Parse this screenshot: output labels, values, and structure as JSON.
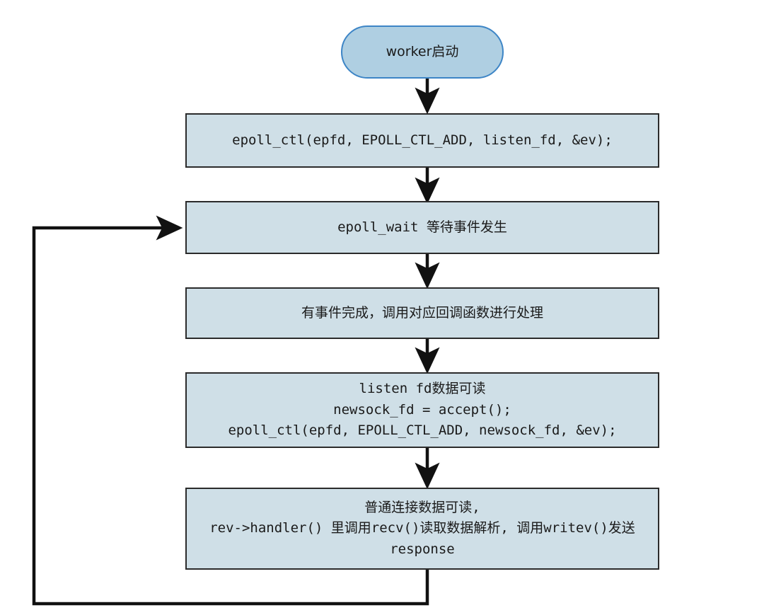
{
  "diagram": {
    "title": "nginx worker epoll event loop flowchart",
    "background_color": "#ffffff",
    "node_fill": "#cfdfe7",
    "start_fill": "#afcfe2",
    "start_border": "#3d85c6",
    "node_border": "#2b2b2b",
    "arrow_color": "#111111",
    "nodes": [
      {
        "id": "start",
        "shape": "rounded",
        "label": "worker启动",
        "font": "sans"
      },
      {
        "id": "epoll-ctl-listen",
        "shape": "rect",
        "label": "epoll_ctl(epfd, EPOLL_CTL_ADD, listen_fd, &ev);",
        "font": "mono"
      },
      {
        "id": "epoll-wait",
        "shape": "rect",
        "label": "epoll_wait 等待事件发生",
        "font": "mixed"
      },
      {
        "id": "event-callback",
        "shape": "rect",
        "label": "有事件完成，调用对应回调函数进行处理",
        "font": "sans"
      },
      {
        "id": "listen-fd-readable",
        "shape": "rect",
        "label": "listen fd数据可读\nnewsock_fd = accept();\nepoll_ctl(epfd, EPOLL_CTL_ADD, newsock_fd, &ev);",
        "font": "mixed"
      },
      {
        "id": "conn-data-readable",
        "shape": "rect",
        "label": "普通连接数据可读,\nrev->handler() 里调用recv()读取数据解析, 调用writev()发送\nresponse",
        "font": "mixed"
      }
    ],
    "edges": [
      {
        "id": "edge-start-to-ctl",
        "from": "start",
        "to": "epoll-ctl-listen",
        "kind": "arrow-down"
      },
      {
        "id": "edge-ctl-to-wait",
        "from": "epoll-ctl-listen",
        "to": "epoll-wait",
        "kind": "arrow-down"
      },
      {
        "id": "edge-wait-to-callback",
        "from": "epoll-wait",
        "to": "event-callback",
        "kind": "arrow-down"
      },
      {
        "id": "edge-callback-to-listenfd",
        "from": "event-callback",
        "to": "listen-fd-readable",
        "kind": "arrow-down"
      },
      {
        "id": "edge-listenfd-to-conn",
        "from": "listen-fd-readable",
        "to": "conn-data-readable",
        "kind": "arrow-down"
      },
      {
        "id": "edge-loop-back",
        "from": "conn-data-readable",
        "to": "epoll-wait",
        "kind": "loop-left"
      }
    ]
  }
}
